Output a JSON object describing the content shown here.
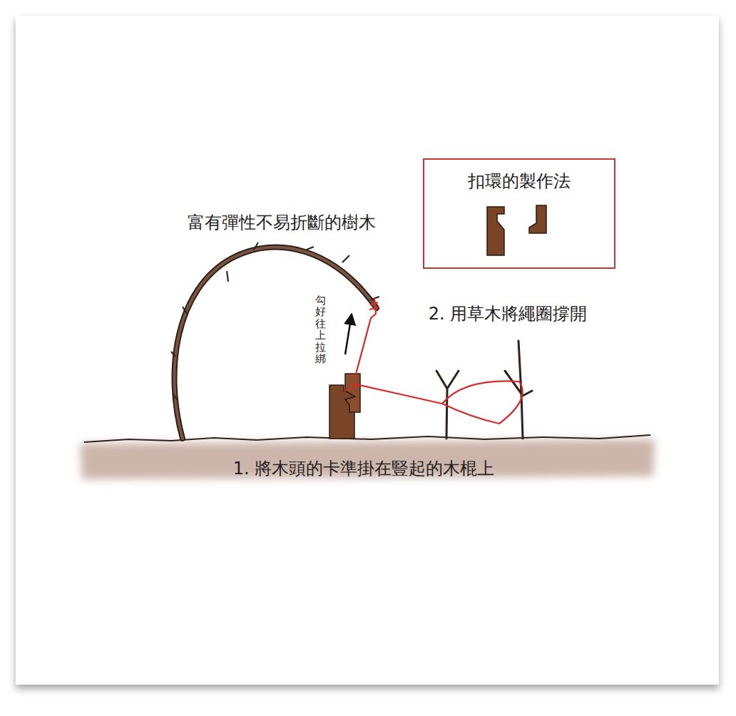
{
  "diagram": {
    "nodes": [
      {
        "text": [
          "扣環的製作法"
        ]
      }
    ],
    "labels": [
      "富有彈性不易折斷的樹木",
      "勾好往上拉綁",
      "2. 用草木將繩圈撐開",
      "1. 將木頭的卡準掛在豎起的木棍上"
    ]
  }
}
